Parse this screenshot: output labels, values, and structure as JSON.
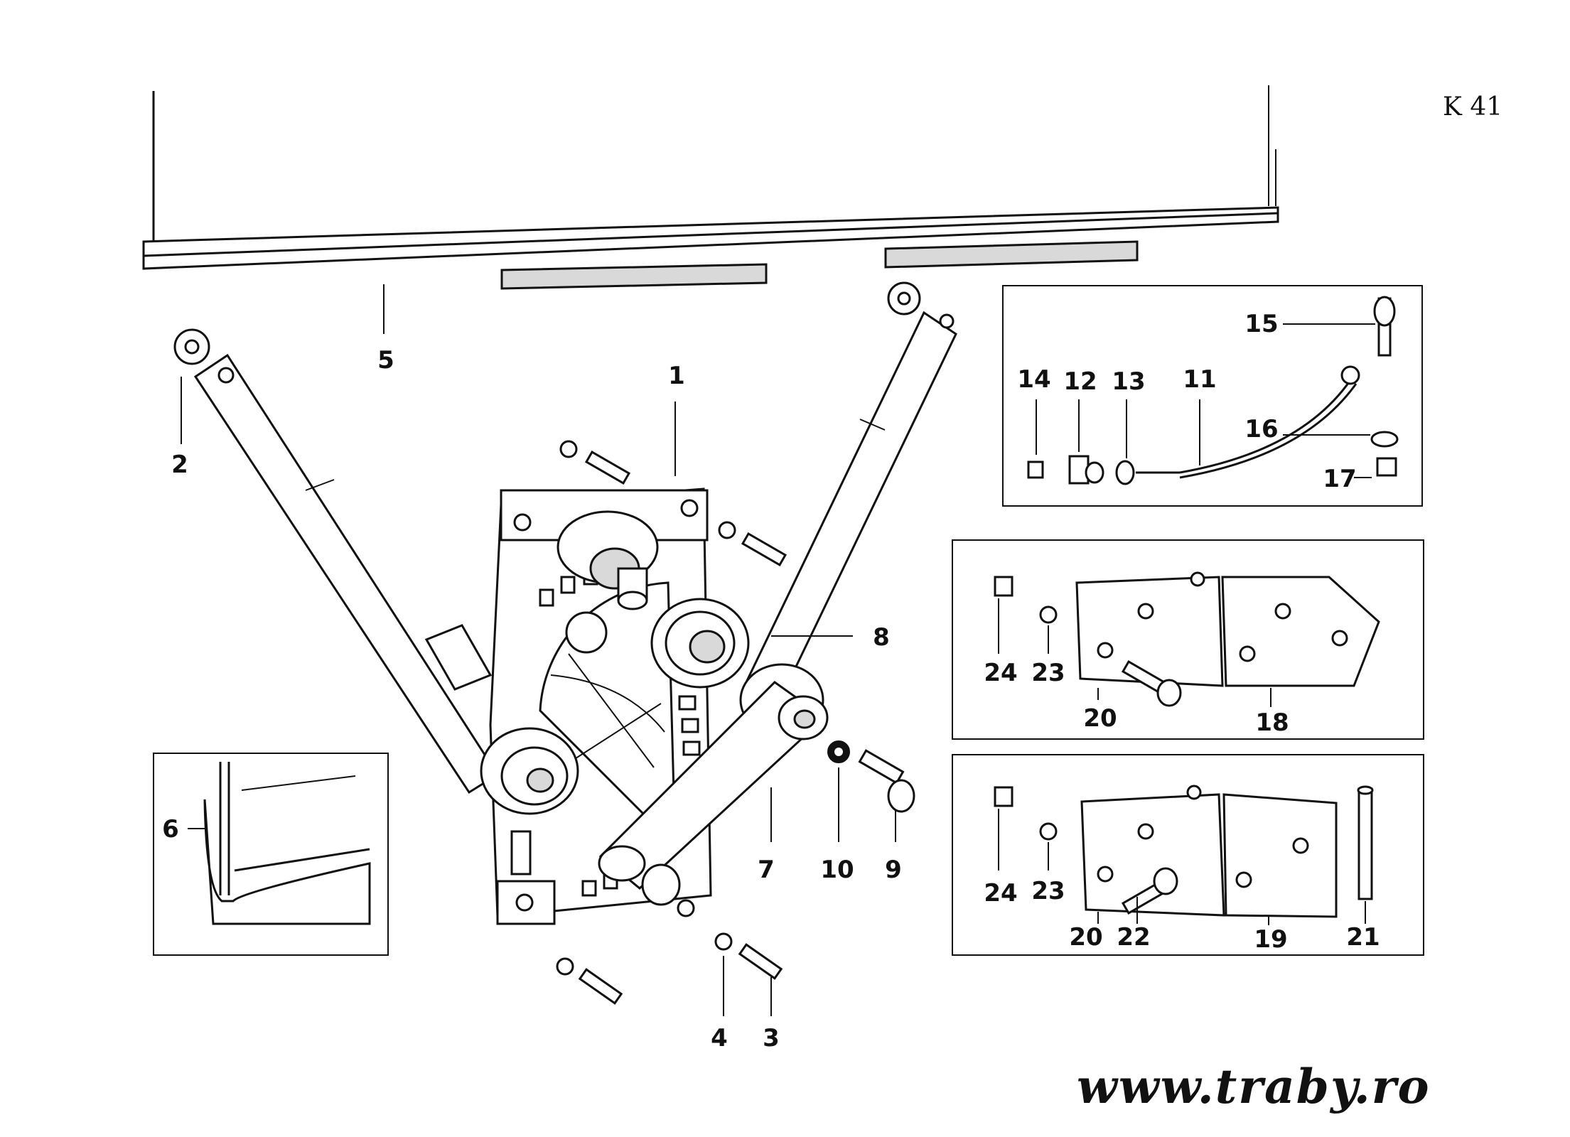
{
  "page_code": "K 41",
  "website": "www.traby.ro",
  "labels": {
    "l1": "1",
    "l2": "2",
    "l3": "3",
    "l4": "4",
    "l5": "5",
    "l6": "6",
    "l7": "7",
    "l8": "8",
    "l9": "9",
    "l10": "10",
    "l11": "11",
    "l12": "12",
    "l13": "13",
    "l14": "14",
    "l15": "15",
    "l16": "16",
    "l17": "17",
    "l18": "18",
    "l19": "19",
    "l20a": "20",
    "l20b": "20",
    "l21": "21",
    "l22": "22",
    "l23a": "23",
    "l23b": "23",
    "l24a": "24",
    "l24b": "24"
  }
}
